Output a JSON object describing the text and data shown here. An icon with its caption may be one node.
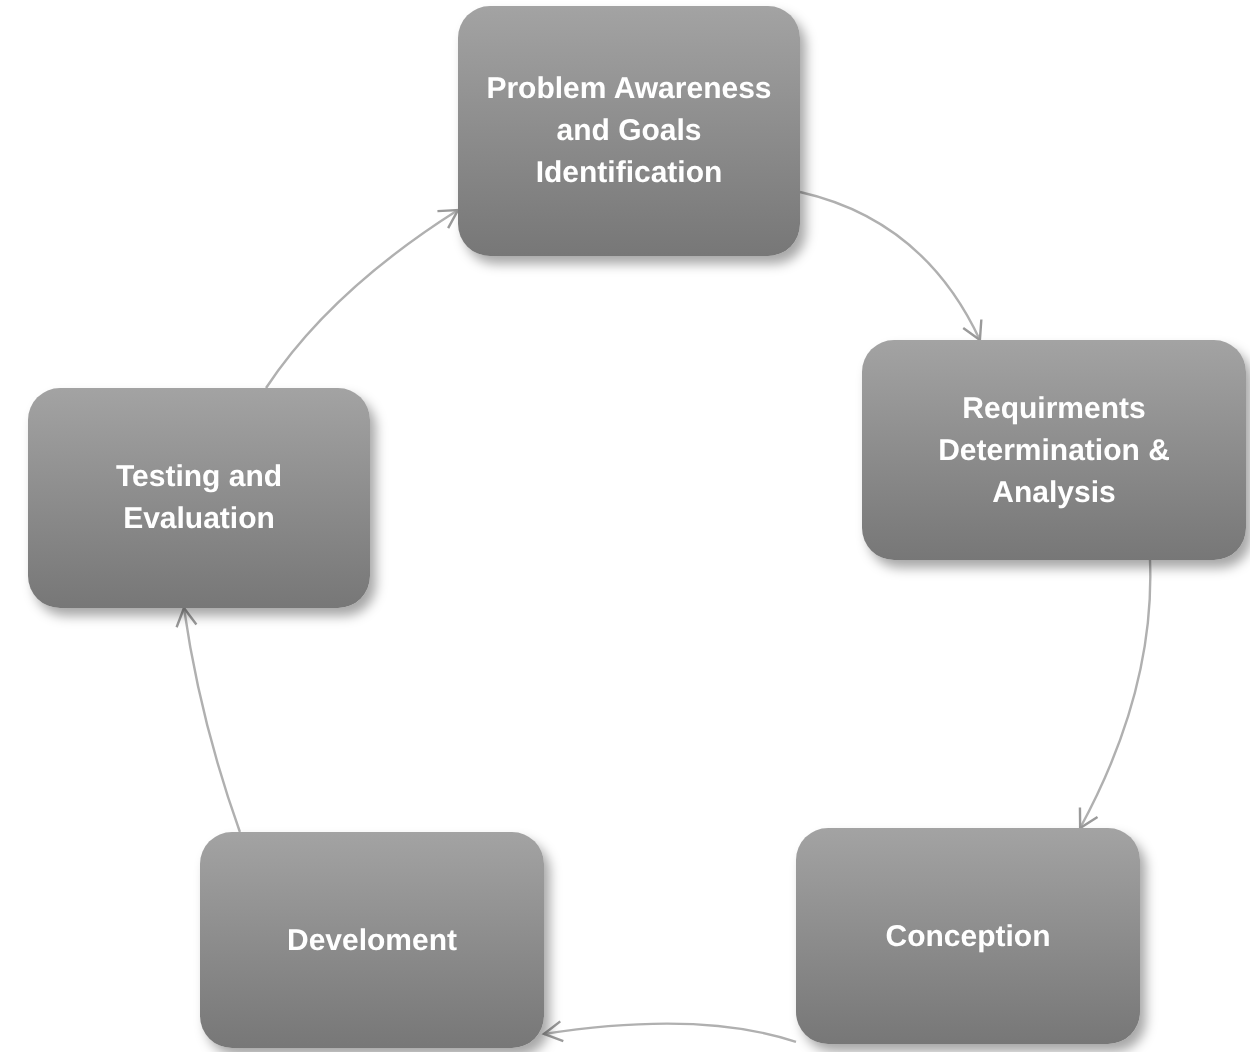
{
  "diagram": {
    "nodes": [
      {
        "text": [
          "Problem Awareness and Goals Identification"
        ]
      },
      {
        "text": [
          "Requirments Determination & Analysis"
        ]
      },
      {
        "text": [
          "Conception"
        ]
      },
      {
        "text": [
          "Develoment"
        ]
      },
      {
        "text": [
          "Testing and Evaluation"
        ]
      }
    ],
    "edges": [
      {
        "from": 0,
        "to": 1,
        "arrow": "to"
      },
      {
        "from": 1,
        "to": 2,
        "arrow": "to"
      },
      {
        "from": 2,
        "to": 3,
        "arrow": "to"
      },
      {
        "from": 3,
        "to": 4,
        "arrow": "to"
      },
      {
        "from": 4,
        "to": 0,
        "arrow": "to"
      }
    ]
  }
}
